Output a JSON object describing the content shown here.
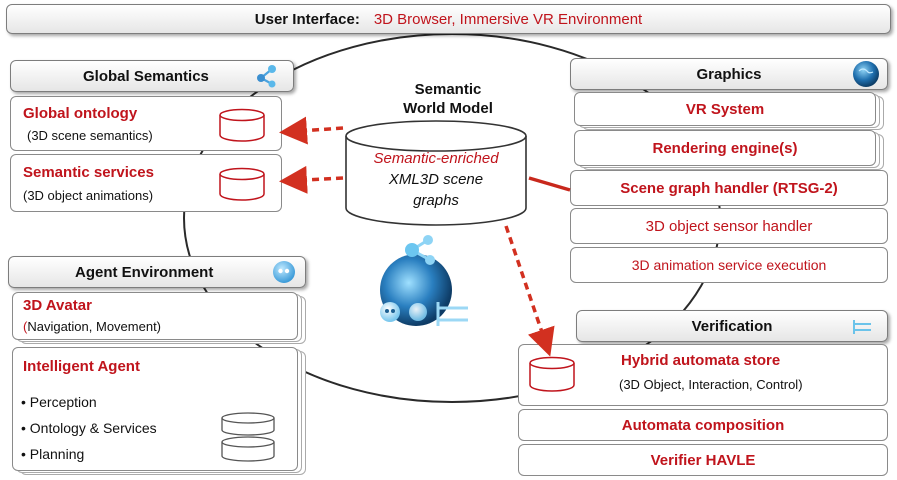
{
  "top_bar": {
    "label": "User Interface:",
    "value": "3D Browser, Immersive VR Environment"
  },
  "center": {
    "title_line1": "Semantic",
    "title_line2": "World Model",
    "db_line1": "Semantic-enriched",
    "db_line2": "XML3D scene",
    "db_line3": "graphs"
  },
  "global_semantics": {
    "header": "Global Semantics",
    "items": [
      {
        "title": "Global ontology",
        "subtitle": "(3D scene semantics)"
      },
      {
        "title": "Semantic services",
        "subtitle": "(3D object animations)"
      }
    ]
  },
  "graphics": {
    "header": "Graphics",
    "items": [
      "VR System",
      "Rendering engine(s)",
      "Scene graph handler (RTSG-2)",
      "3D object sensor handler",
      "3D animation service execution"
    ]
  },
  "agent_environment": {
    "header": "Agent Environment",
    "avatar_title": "3D Avatar",
    "avatar_sub_open": "(",
    "avatar_sub_rest": "Navigation, Movement)",
    "agent_title": "Intelligent Agent",
    "bullets": [
      "• Perception",
      "• Ontology & Services",
      "• Planning"
    ]
  },
  "verification": {
    "header": "Verification",
    "store_title": "Hybrid automata store",
    "store_sub": "(3D Object, Interaction, Control)",
    "items": [
      "Automata composition",
      "Verifier HAVLE"
    ]
  },
  "icons": [
    "share-icon",
    "globe-icon",
    "agent-face-icon",
    "verification-icon",
    "world-model-logo-icon"
  ],
  "colors": {
    "accent_red": "#c0141c",
    "arrow_red": "#d23020",
    "border_gray": "#8a8a8a"
  }
}
